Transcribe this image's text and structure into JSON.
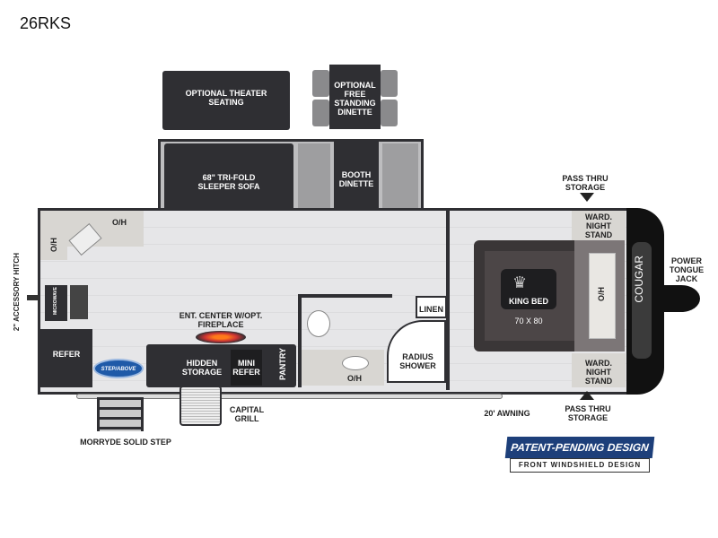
{
  "title": "26RKS",
  "labels": {
    "theater": "OPTIONAL THEATER SEATING",
    "dinette_opt": "OPTIONAL FREE STANDING DINETTE",
    "sofa": "68\" TRI-FOLD SLEEPER SOFA",
    "booth": "BOOTH DINETTE",
    "oh_kitchen_top": "O/H",
    "oh_kitchen_side": "O/H",
    "microwave": "MICROWAVE",
    "hitch": "2\" ACCESSORY HITCH",
    "refer": "REFER",
    "step_above": "STEP/ABOVE",
    "ent_center": "ENT. CENTER w/OPT. FIREPLACE",
    "hidden_storage": "HIDDEN STORAGE",
    "mini_refer": "MINI REFER",
    "pantry": "PANTRY",
    "linen": "LINEN",
    "radius_shower": "RADIUS SHOWER",
    "oh_bath": "O/H",
    "capital_grill": "CAPITAL GRILL",
    "morryde": "MORRYDE SOLID STEP",
    "awning": "20' AWNING",
    "king_bed": "KING BED",
    "bed_size": "70 x 80",
    "oh_bed": "O/H",
    "ward_top": "WARD. NIGHT STAND",
    "ward_bottom": "WARD. NIGHT STAND",
    "pass_thru_top": "PASS THRU STORAGE",
    "pass_thru_bottom": "PASS THRU STORAGE",
    "power_jack": "POWER TONGUE JACK",
    "cougar": "COUGAR"
  },
  "badge": {
    "line1": "PATENT-PENDING DESIGN",
    "line2": "FRONT WINDSHIELD DESIGN",
    "color": "#1d3f7a"
  }
}
